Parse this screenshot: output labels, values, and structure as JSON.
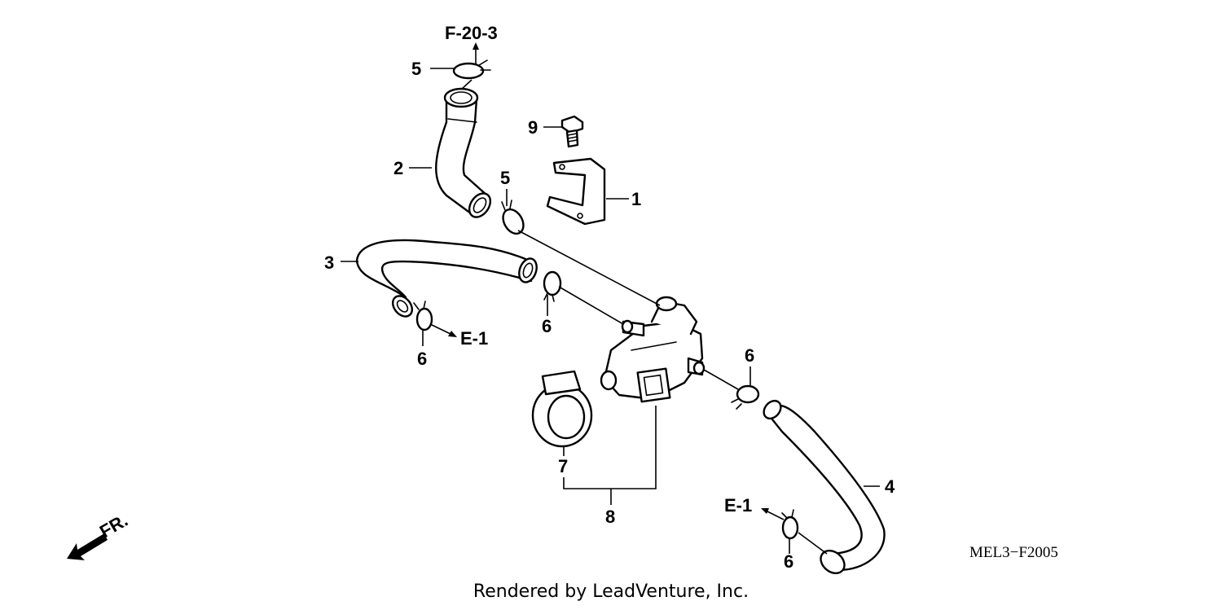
{
  "callouts": {
    "p1": "1",
    "p2": "2",
    "p3": "3",
    "p4": "4",
    "p5a": "5",
    "p5b": "5",
    "p6a": "6",
    "p6b": "6",
    "p6c": "6",
    "p6d": "6",
    "p7": "7",
    "p8": "8",
    "p9": "9"
  },
  "references": {
    "top": "F-20-3",
    "left": "E-1",
    "bottom": "E-1"
  },
  "front_label": "FR.",
  "diagram_code": "MEL3−F2005",
  "credit": "Rendered by LeadVenture, Inc."
}
